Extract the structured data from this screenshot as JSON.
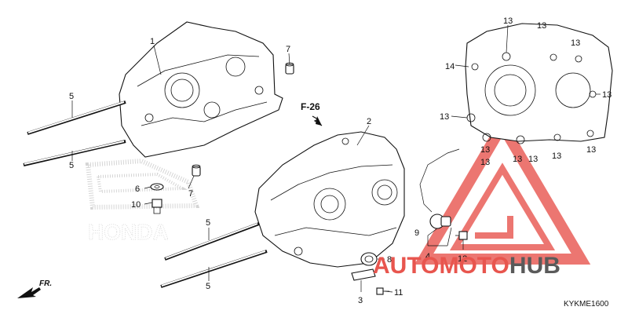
{
  "diagram": {
    "code": "KYKME1600",
    "ref_label": "F-26",
    "direction_label": "FR.",
    "brand_mark": "HONDA",
    "watermark": {
      "part1": "AUTO",
      "part2": "MOTO",
      "part3": "HUB",
      "accent_color": "#e8554e",
      "dark_color": "#5a5a5a"
    },
    "callouts": {
      "c1": "1",
      "c2": "2",
      "c3": "3",
      "c4": "4",
      "c5a": "5",
      "c5b": "5",
      "c5c": "5",
      "c5d": "5",
      "c6": "6",
      "c7a": "7",
      "c7b": "7",
      "c8": "8",
      "c9": "9",
      "c10": "10",
      "c11": "11",
      "c12": "12",
      "c13a": "13",
      "c13b": "13",
      "c13c": "13",
      "c13d": "13",
      "c13e": "13",
      "c13f": "13",
      "c13g": "13",
      "c13h": "13",
      "c13i": "13",
      "c13j": "13",
      "c13k": "13",
      "c14": "14"
    }
  }
}
